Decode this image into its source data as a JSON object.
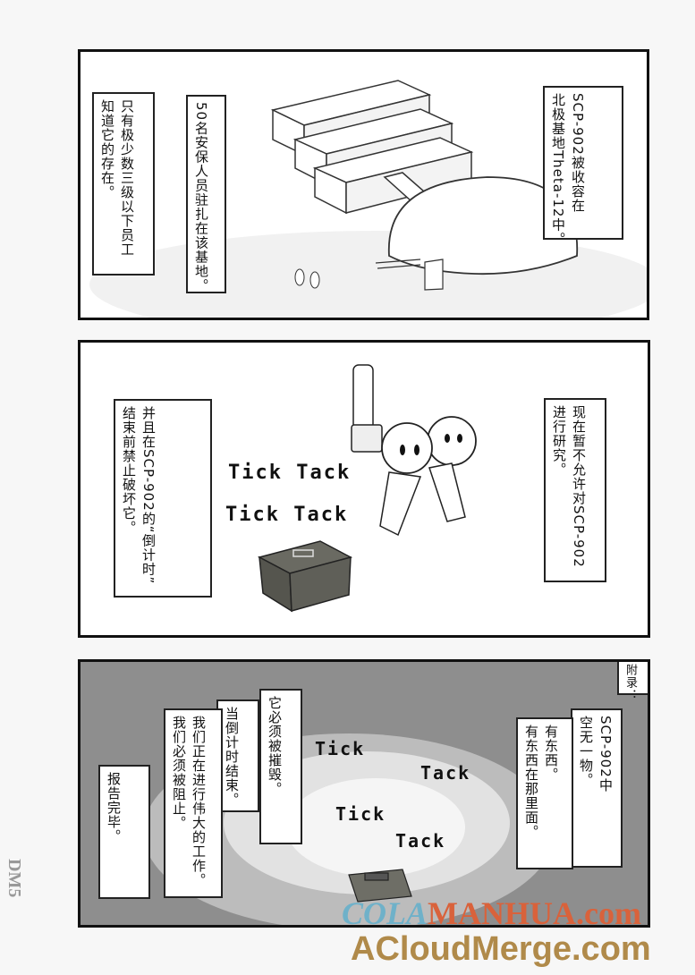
{
  "panel1": {
    "box_a": "只有极少数三级以下员工\n知道它的存在。",
    "box_b": "50名安保人员驻扎在该基地。",
    "box_c": "SCP-902被收容在\n北极基地Theta-12中。"
  },
  "panel2": {
    "box_left": "并且在SCP-902的“倒计时”\n结束前禁止破坏它。",
    "box_right": "现在暂不允许对SCP-902\n进行研究。",
    "sfx1": "Tick Tack",
    "sfx2": "Tick Tack"
  },
  "panel3": {
    "appendix": "附录：",
    "box_1": "SCP-902中\n空无一物。",
    "box_2": "有东西。\n有东西在那里面。",
    "box_3": "它必须被摧毁。",
    "box_4": "当倒计时结束。",
    "box_5": "我们正在进行伟大的工作。\n我们必须被阻止。",
    "box_6": "报告完毕。",
    "sfx_tick1": "Tick",
    "sfx_tack1": "Tack",
    "sfx_tick2": "Tick",
    "sfx_tack2": "Tack"
  },
  "watermarks": {
    "side": "DM5",
    "cola": "COLA",
    "manhua": "MANHUA.com",
    "acloud": "ACloudMerge.com"
  }
}
